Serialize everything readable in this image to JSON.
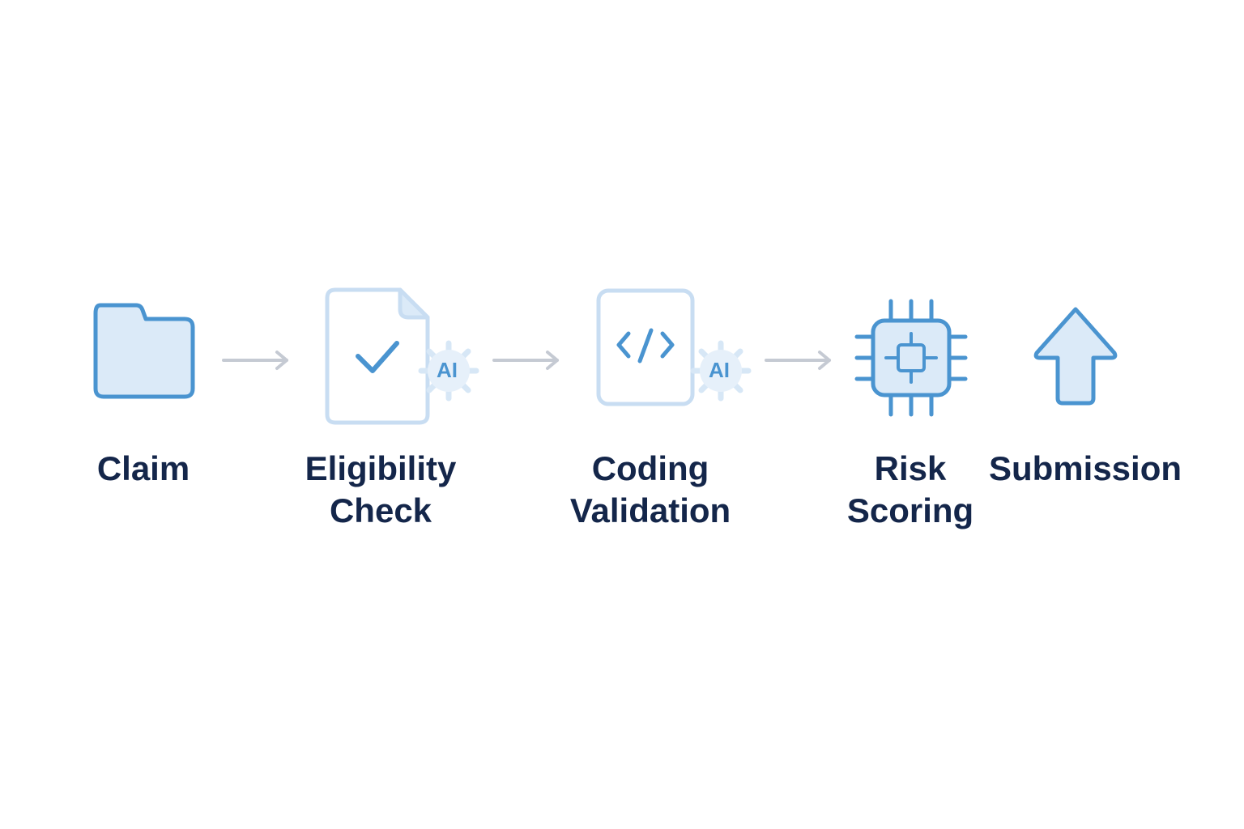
{
  "steps": [
    {
      "id": "claim",
      "lines": [
        "Claim"
      ],
      "icon": "folder-icon",
      "ai": false
    },
    {
      "id": "eligibility-check",
      "lines": [
        "Eligibility",
        "Check"
      ],
      "icon": "checked-document-icon",
      "ai": true,
      "badge": "AI"
    },
    {
      "id": "coding-validation",
      "lines": [
        "Coding",
        "Validation"
      ],
      "icon": "code-document-icon",
      "ai": true,
      "badge": "AI"
    },
    {
      "id": "risk-scoring",
      "lines": [
        "Risk",
        "Scoring"
      ],
      "icon": "processor-chip-icon",
      "ai": false
    },
    {
      "id": "submission",
      "lines": [
        "Submission"
      ],
      "icon": "upload-arrow-icon",
      "ai": false
    }
  ],
  "colors": {
    "icon_stroke": "#4a94d0",
    "icon_fill": "#dbeaf8",
    "faded_stroke": "#c8ddf2",
    "faded_fill": "#ffffff",
    "badge_fill": "#e6f0fa",
    "badge_text": "#4a94d0",
    "arrow": "#c5cad3",
    "label_text": "#14264a"
  }
}
